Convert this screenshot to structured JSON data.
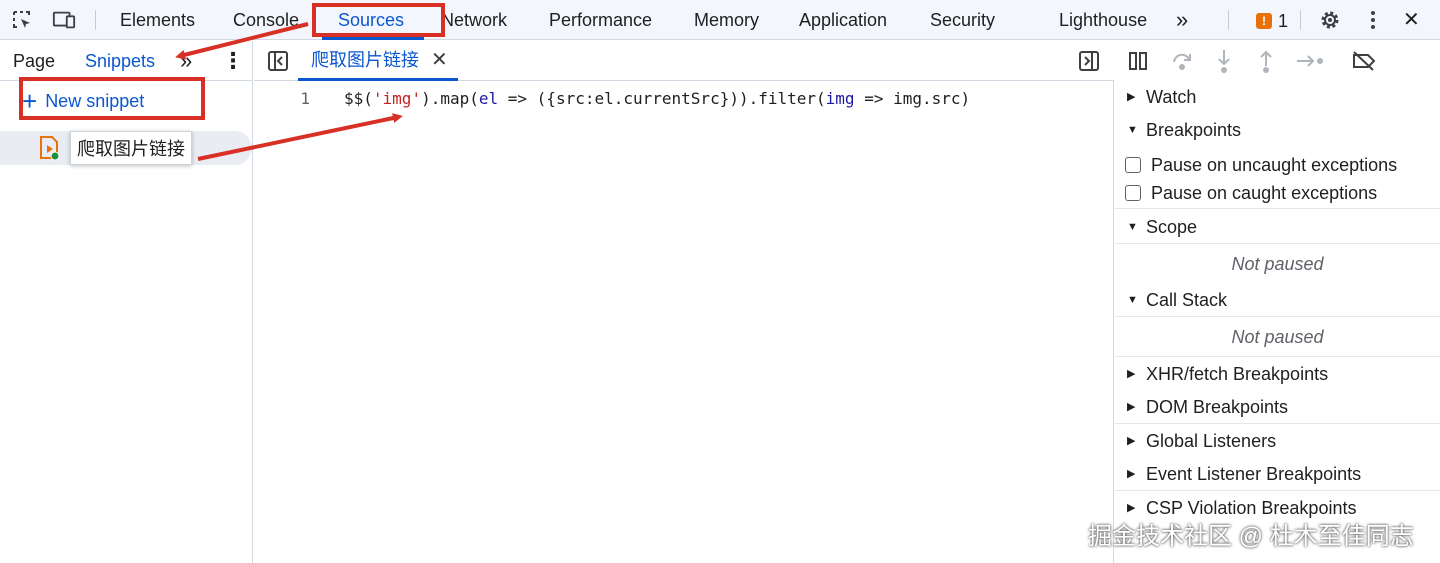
{
  "toolbar": {
    "tabs": [
      "Elements",
      "Console",
      "Sources",
      "Network",
      "Performance",
      "Memory",
      "Application",
      "Security",
      "Lighthouse"
    ],
    "active_tab": "Sources",
    "more_tabs_glyph": "»",
    "issues_count": "1",
    "issues_badge_glyph": "!",
    "close_glyph": "✕"
  },
  "navigator": {
    "tabs": [
      "Page",
      "Snippets"
    ],
    "active_tab": "Snippets",
    "more_glyph": "»",
    "menu_glyph": "⋮",
    "new_snippet_plus": "+",
    "new_snippet_label": "New snippet",
    "snippet_name": "爬取图片链接"
  },
  "editor": {
    "tab_label": "爬取图片链接",
    "close_glyph": "✕",
    "line_number": "1",
    "code": {
      "t1": "$$(",
      "str": "'img'",
      "t2": ").map(",
      "var1": "el",
      "t3": " => ({src:el.currentSrc})).filter(",
      "var2": "img",
      "t4": " => img.src)"
    }
  },
  "debugger": {
    "sections": {
      "watch": "Watch",
      "breakpoints": "Breakpoints",
      "scope": "Scope",
      "call_stack": "Call Stack",
      "xhr": "XHR/fetch Breakpoints",
      "dom": "DOM Breakpoints",
      "global": "Global Listeners",
      "event": "Event Listener Breakpoints",
      "csp": "CSP Violation Breakpoints"
    },
    "pause_uncaught": "Pause on uncaught exceptions",
    "pause_caught": "Pause on caught exceptions",
    "not_paused": "Not paused",
    "collapsed_glyph": "▶",
    "expanded_glyph": "▼"
  },
  "watermark": "掘金技术社区 @ 杜木至佳同志",
  "colors": {
    "accent": "#0b57d0",
    "annotation": "#d93025",
    "issues": "#e8710a"
  }
}
